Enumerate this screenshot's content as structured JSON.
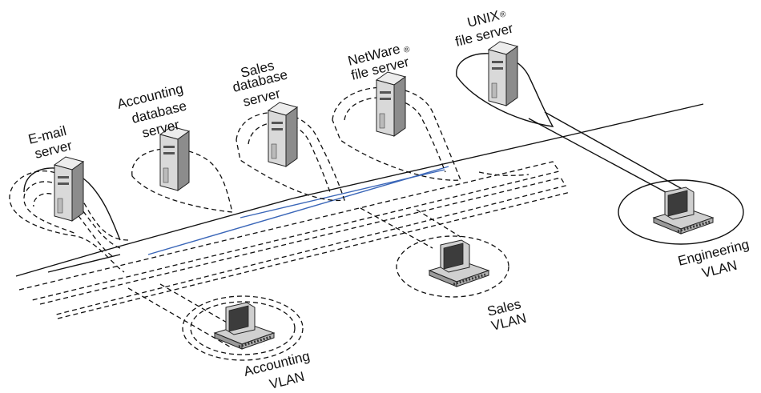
{
  "servers": {
    "email": {
      "line1": "E-mail",
      "line2": "server"
    },
    "accounting": {
      "line1": "Accounting",
      "line2": "database",
      "line3": "server"
    },
    "sales": {
      "line1": "Sales",
      "line2": "database",
      "line3": "server"
    },
    "netware": {
      "line1": "NetWare",
      "line2": "file server",
      "mark": "®"
    },
    "unix": {
      "line1": "UNIX",
      "line2": "file server",
      "mark": "®"
    }
  },
  "vlans": {
    "accounting": {
      "line1": "Accounting",
      "line2": "VLAN"
    },
    "sales": {
      "line1": "Sales",
      "line2": "VLAN"
    },
    "engineering": {
      "line1": "Engineering",
      "line2": "VLAN"
    }
  },
  "colors": {
    "line": "#111111",
    "link": "#3a66b8"
  }
}
